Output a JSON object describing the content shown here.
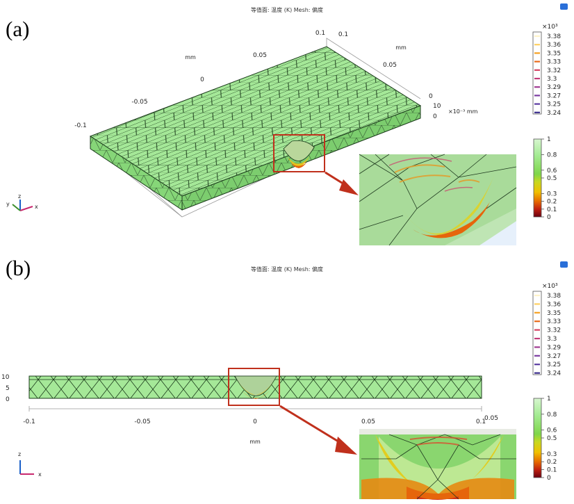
{
  "panels": [
    {
      "label": "(a)",
      "plot_title": "等值面: 温度 (K) Mesh: 偏度",
      "axis_ticks_x": [
        "-0.1",
        "-0.05",
        "0",
        "0.05",
        "0.1"
      ],
      "axis_unit_x": "mm",
      "axis_ticks_y": [
        "0.1",
        "0.05"
      ],
      "axis_unit_y": "mm",
      "axis_ticks_z": [
        "0",
        "10",
        "0"
      ],
      "axis_unit_z": "×10⁻³ mm",
      "triad": {
        "x": "x",
        "y": "y",
        "z": "z"
      }
    },
    {
      "label": "(b)",
      "plot_title": "等值面: 温度 (K) Mesh: 偏度",
      "axis_ticks_x": [
        "-0.1",
        "-0.05",
        "0",
        "0.05",
        "0.1"
      ],
      "axis_tick_extra": "0.05",
      "axis_unit_x": "mm",
      "axis_ticks_z": [
        "10",
        "5",
        "0"
      ],
      "triad": {
        "x": "x",
        "z": "z"
      }
    }
  ],
  "temperature_legend": {
    "exponent": "×10³",
    "values": [
      "3.38",
      "3.36",
      "3.35",
      "3.33",
      "3.32",
      "3.3",
      "3.29",
      "3.27",
      "3.25",
      "3.24"
    ],
    "colors": [
      "#fff3c8",
      "#ffcf60",
      "#f5a020",
      "#e86a1a",
      "#d44060",
      "#c23a78",
      "#a03a92",
      "#7a3aa0",
      "#5a3aa0",
      "#3a2c8c"
    ]
  },
  "quality_legend": {
    "ticks": [
      "1",
      "0.8",
      "0.6",
      "0.5",
      "0.3",
      "0.2",
      "0.1",
      "0"
    ]
  },
  "colors": {
    "mesh_fill": "#9be08f",
    "mesh_line": "#1a3a1a",
    "highlight_box": "#c0301c",
    "arrow": "#c0301c"
  }
}
